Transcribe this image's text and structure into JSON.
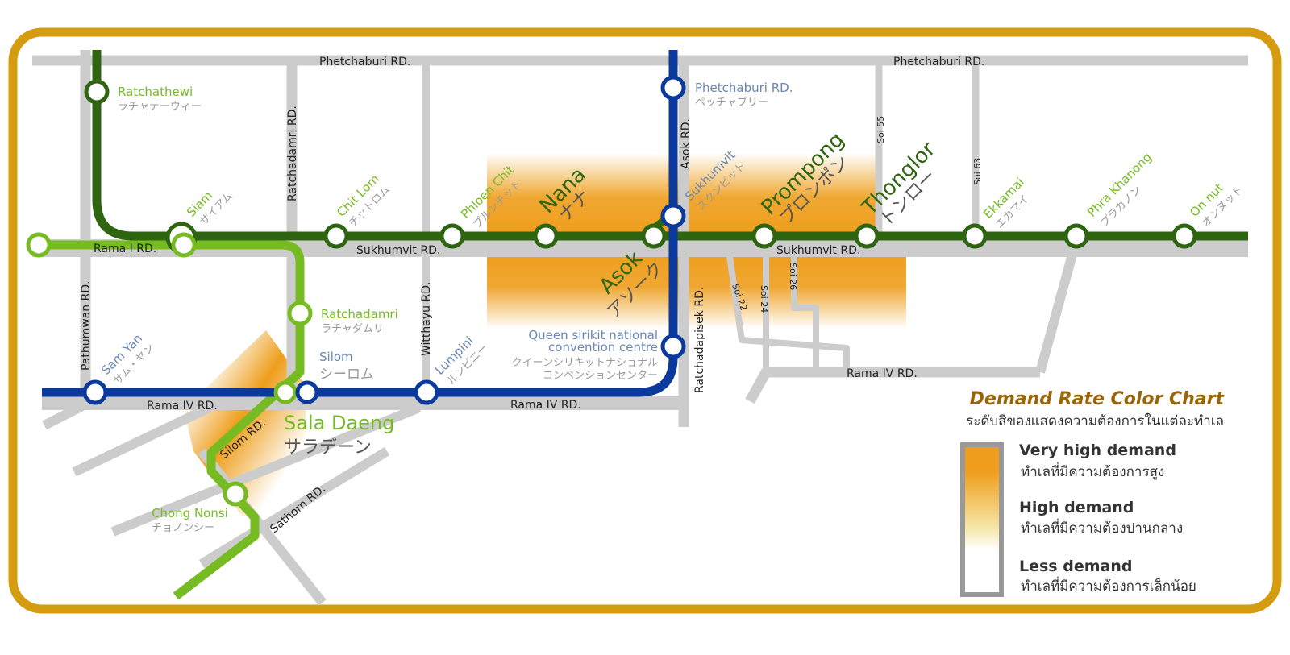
{
  "colors": {
    "frame": "#d59c0f",
    "road": "#cccccc",
    "sukhumvit_line": "#2f6410",
    "silom_line": "#77bb22",
    "mrt_line": "#0b3a9c",
    "demand": "#ee9e1c",
    "legend_title": "#9a6408"
  },
  "roads": {
    "phetchaburi_w": "Phetchaburi RD.",
    "phetchaburi_e": "Phetchaburi RD.",
    "ratchadamri": "Ratchadamri RD.",
    "rama1": "Rama I RD.",
    "sukhumvit_w": "Sukhumvit RD.",
    "sukhumvit_e": "Sukhumvit RD.",
    "asok": "Asok RD.",
    "pathumwan": "Pathumwan RD.",
    "witthayu": "Witthayu RD.",
    "ratchadapisek": "Ratchadapisek  RD.",
    "rama4_w": "Rama IV RD.",
    "rama4_m": "Rama IV RD.",
    "rama4_e": "Rama IV RD.",
    "silom": "Silom RD.",
    "sathorn": "Sathorn RD.",
    "soi55": "Soi 55",
    "soi63": "Soi 63",
    "soi22": "Soi 22",
    "soi24": "Soi 24",
    "soi26": "Soi 26"
  },
  "stations": {
    "ratchathewi": {
      "en": "Ratchathewi",
      "jp": "ラチャテーウィー"
    },
    "siam": {
      "en": "Siam",
      "jp": "サイアム"
    },
    "chitlom": {
      "en": "Chit Lom",
      "jp": "チットロム"
    },
    "phloenchit": {
      "en": "Phloen Chit",
      "jp": "プルンチット"
    },
    "nana": {
      "en": "Nana",
      "jp": "ナナ"
    },
    "asok": {
      "en": "Asok",
      "jp": "アソーク"
    },
    "prompong": {
      "en": "Prompong",
      "jp": "プロンポン"
    },
    "thonglor": {
      "en": "Thonglor",
      "jp": "トンロー"
    },
    "ekkamai": {
      "en": "Ekkamai",
      "jp": "エカマイ"
    },
    "phrakhanong": {
      "en": "Phra Khanong",
      "jp": "プラカノン"
    },
    "onnut": {
      "en": "On nut",
      "jp": "オンヌット"
    },
    "ratchadamri": {
      "en": "Ratchadamri",
      "jp": "ラチャダムリ"
    },
    "saladaeng": {
      "en": "Sala Daeng",
      "jp": "サラデーン"
    },
    "chongnonsi": {
      "en": "Chong Nonsi",
      "jp": "チョノンシー"
    },
    "phetchaburi": {
      "en": "Phetchaburi RD.",
      "jp": "ペッチャブリー"
    },
    "sukhumvit": {
      "en": "Sukhumvit",
      "jp": "スクンビット"
    },
    "qsncc": {
      "en1": "Queen sirikit national",
      "en2": "convention centre",
      "jp1": "クイーンシリキットナショナル",
      "jp2": "コンベンションセンター"
    },
    "lumpini": {
      "en": "Lumpini",
      "jp": "ルンピニー"
    },
    "silom": {
      "en": "Silom",
      "jp": "シーロム"
    },
    "samyan": {
      "en": "Sam Yan",
      "jp": "サム・ヤン"
    }
  },
  "legend": {
    "title": "Demand Rate Color Chart",
    "subtitle": "ระดับสีของแสดงความต้องการในแต่ละทำเล",
    "very_high": "Very high demand",
    "very_high_th": "ทำเลที่มีความต้องการสูง",
    "high": "High demand",
    "high_th": "ทำเลที่มีความต้องปานกลาง",
    "less": "Less demand",
    "less_th": "ทำเลที่มีความต้องการเล็กน้อย"
  }
}
